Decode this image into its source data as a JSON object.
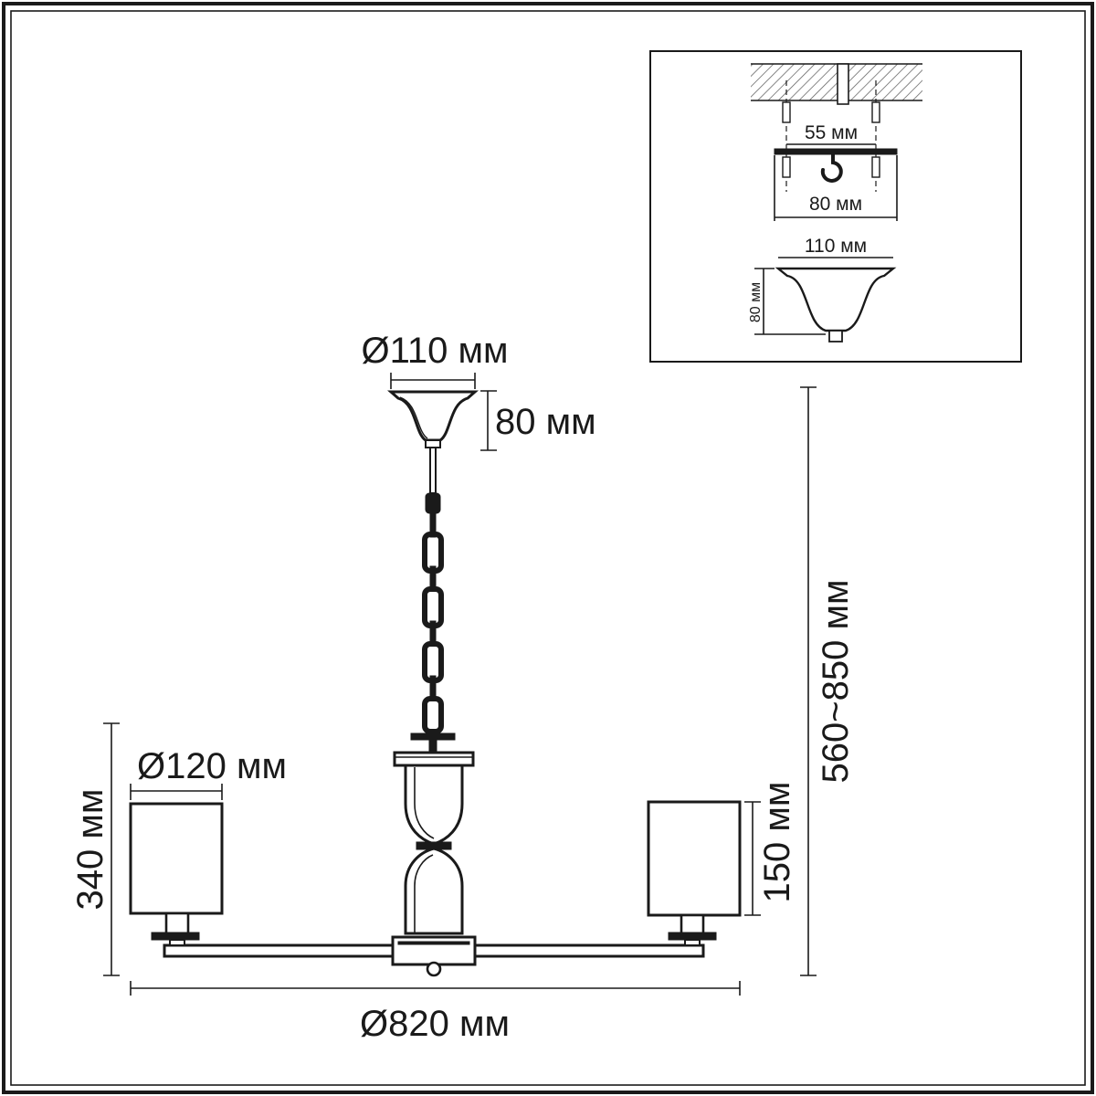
{
  "labels": {
    "canopy_diameter": "Ø110 мм",
    "canopy_height": "80 мм",
    "overall_height": "560~850 мм",
    "shade_diameter": "Ø120 мм",
    "arm_height": "340 мм",
    "shade_height": "150 мм",
    "overall_diameter": "Ø820 мм"
  },
  "inset": {
    "screw_spacing": "55 мм",
    "plate_width": "80 мм",
    "canopy_width": "110 мм",
    "canopy_height": "80 мм"
  },
  "colors": {
    "line": "#1a1a1a",
    "background": "#ffffff",
    "hatch": "#555555"
  }
}
